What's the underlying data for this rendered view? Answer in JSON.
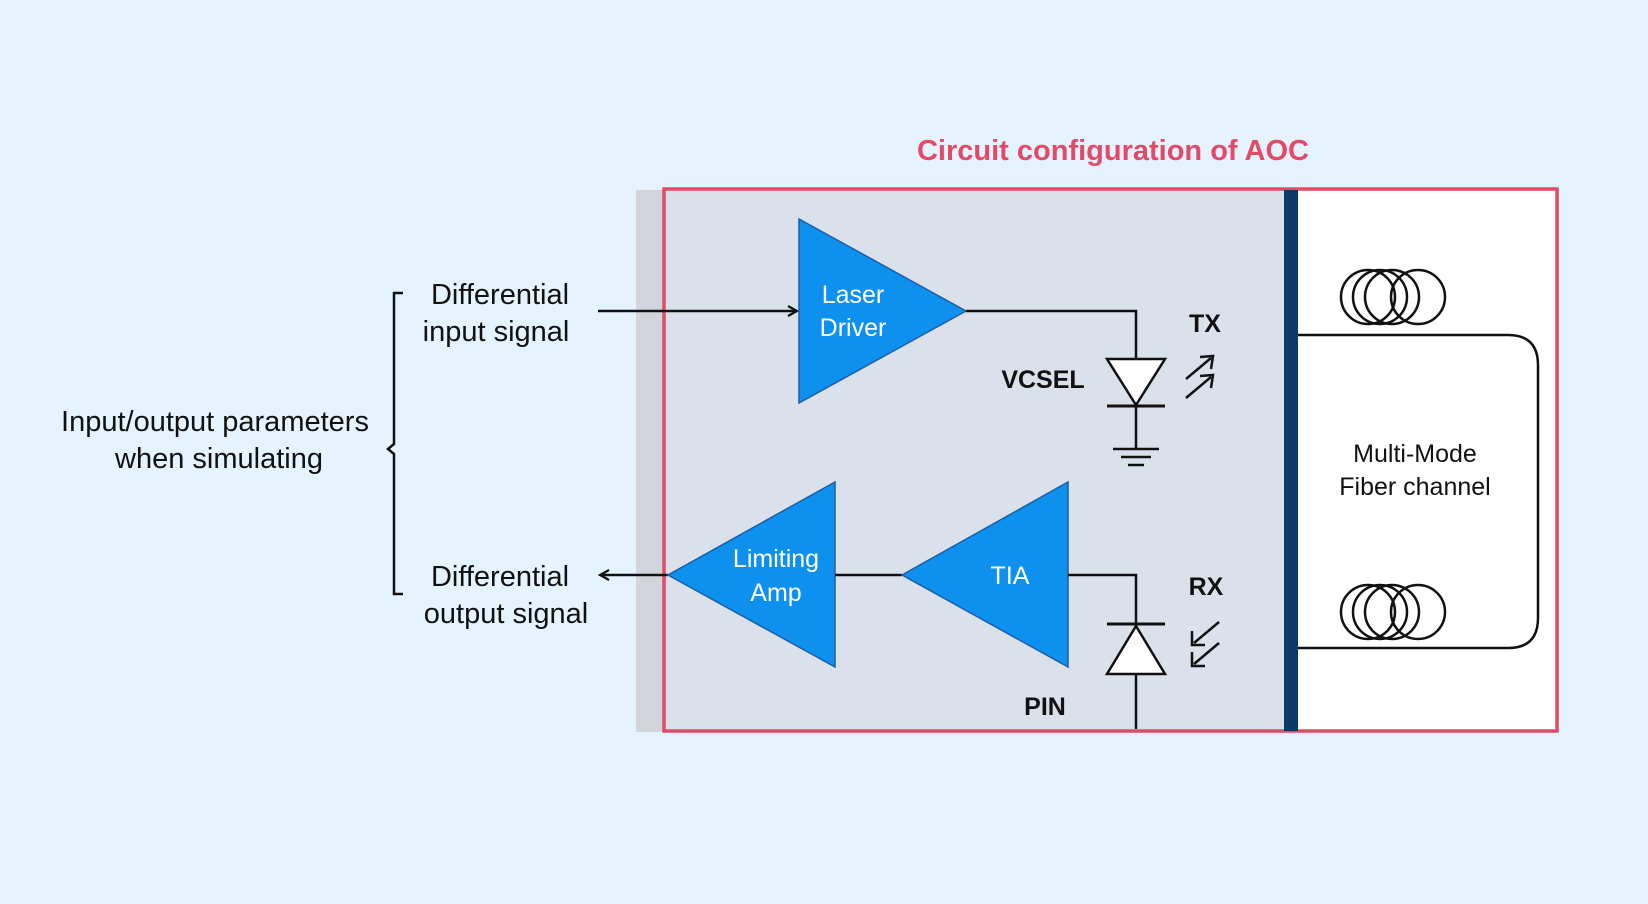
{
  "title": "Circuit configuration of AOC",
  "side_label": {
    "line1": "Input/output parameters",
    "line2": "when simulating"
  },
  "input_label": {
    "line1": "Differential",
    "line2": "input signal"
  },
  "output_label": {
    "line1": "Differential",
    "line2": "output signal"
  },
  "blocks": {
    "laser_driver": {
      "line1": "Laser",
      "line2": "Driver"
    },
    "limiting_amp": {
      "line1": "Limiting",
      "line2": "Amp"
    },
    "tia": "TIA"
  },
  "components": {
    "tx": "TX",
    "rx": "RX",
    "vcsel": "VCSEL",
    "pin": "PIN"
  },
  "fiber": {
    "line1": "Multi-Mode",
    "line2": "Fiber channel"
  },
  "colors": {
    "background": "#e4f3fd",
    "box_border": "#e24a68",
    "title": "#e24a68",
    "block_fill": "#0e90ef",
    "block_stroke": "#1a5fa8",
    "circuit_area": "#dbe1ea",
    "divider": "#0b3a66"
  }
}
